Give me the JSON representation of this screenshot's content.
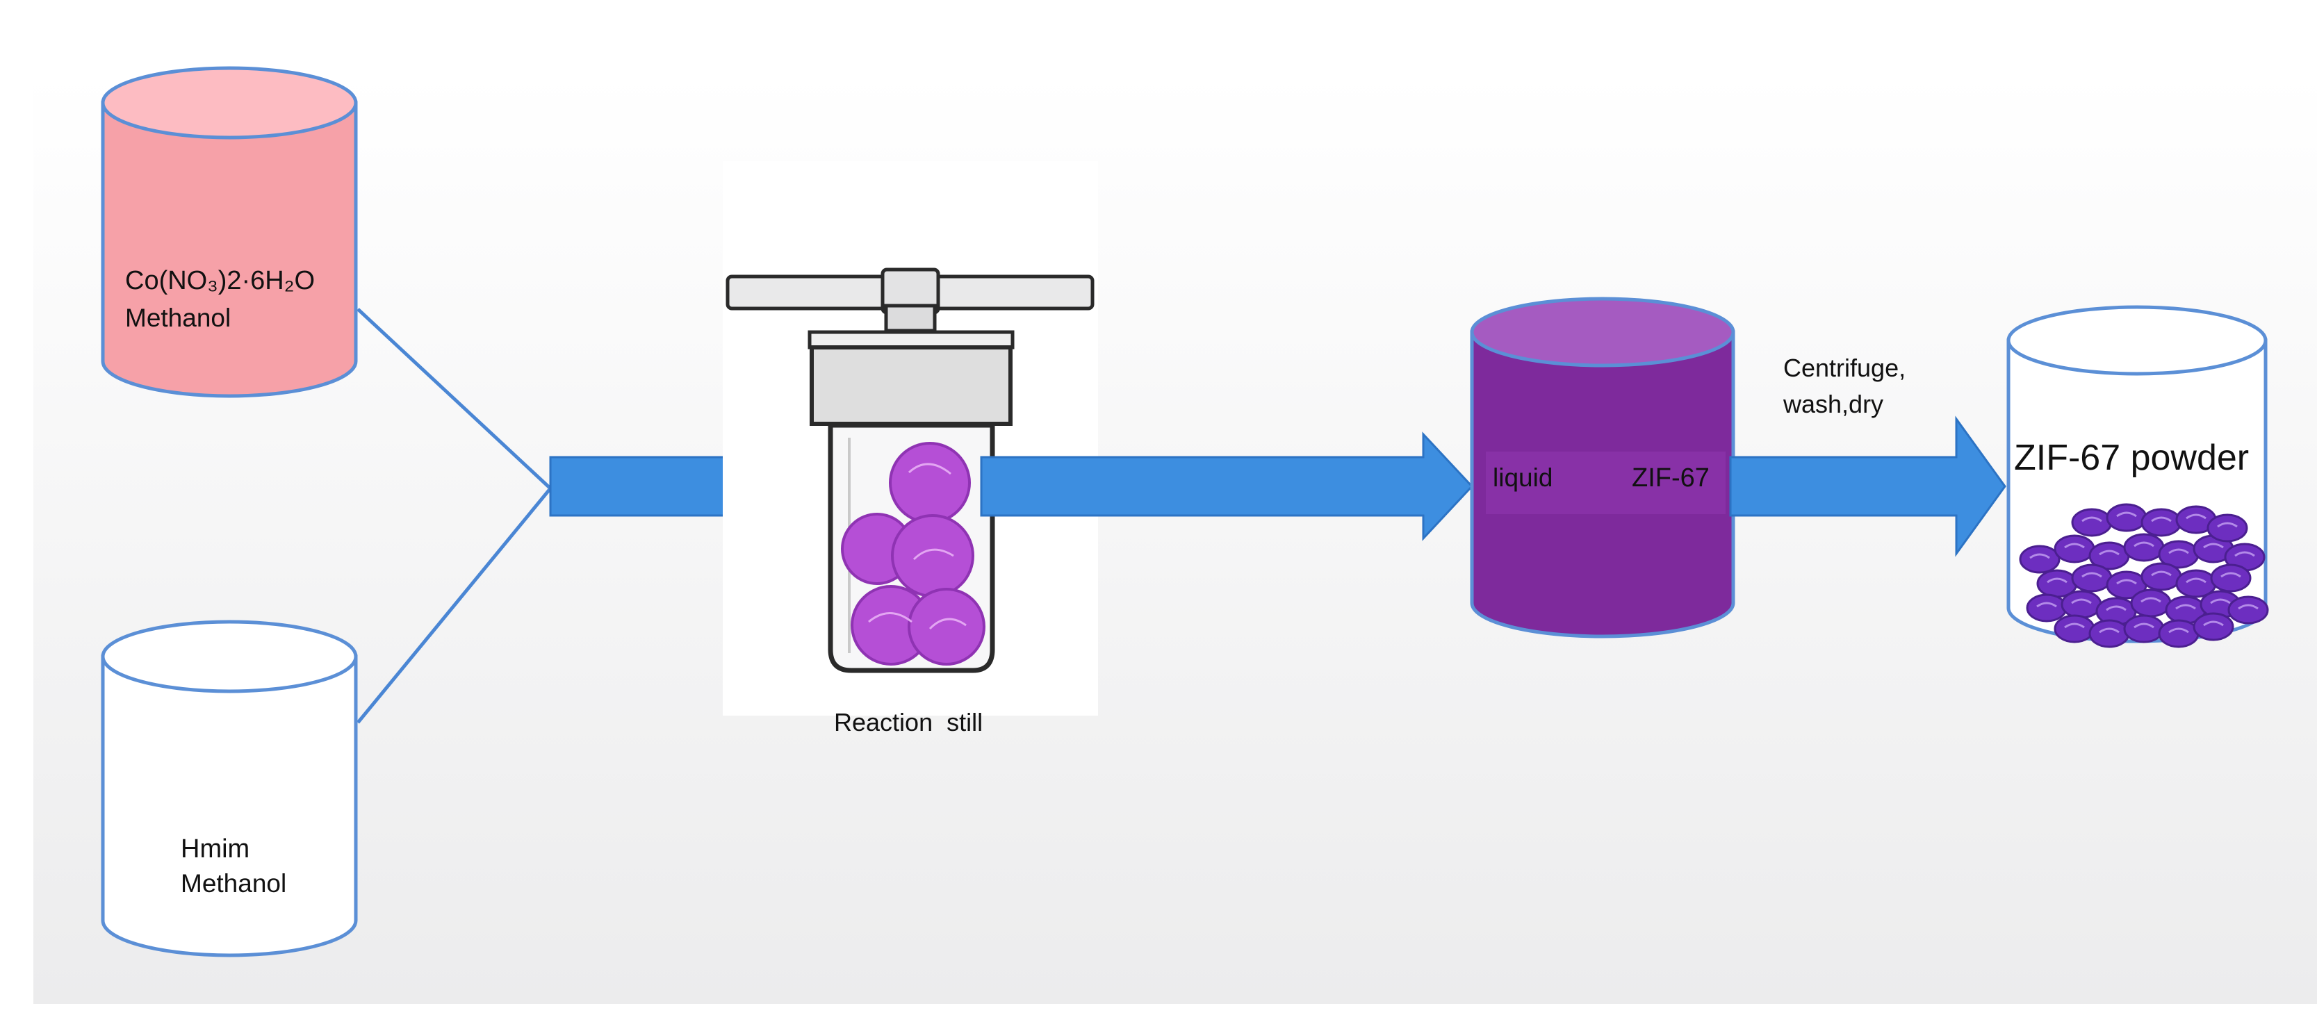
{
  "containers": {
    "cobalt": {
      "line1": "Co(NO₃)2·6H₂O",
      "line2": "Methanol",
      "fill": "#f6a1a8",
      "top_fill": "#fdbcc2"
    },
    "hmim": {
      "line1": "Hmim",
      "line2": "Methanol",
      "fill": "#ffffff"
    },
    "zif_liquid": {
      "left_label": "liquid",
      "right_label": "ZIF-67",
      "fill": "#7e2a9c",
      "top_fill": "#a55bc1"
    },
    "powder": {
      "label": "ZIF-67 powder",
      "particle_color": "#6d2ec0"
    }
  },
  "reactor": {
    "label": "Reaction still",
    "crystal_color": "#b54fd6"
  },
  "process_step": {
    "line1": "Centrifuge,",
    "line2": "wash,dry"
  },
  "colors": {
    "arrow": "#3d8ee0",
    "outline": "#5b8fd6",
    "connector": "#4a86d4"
  }
}
